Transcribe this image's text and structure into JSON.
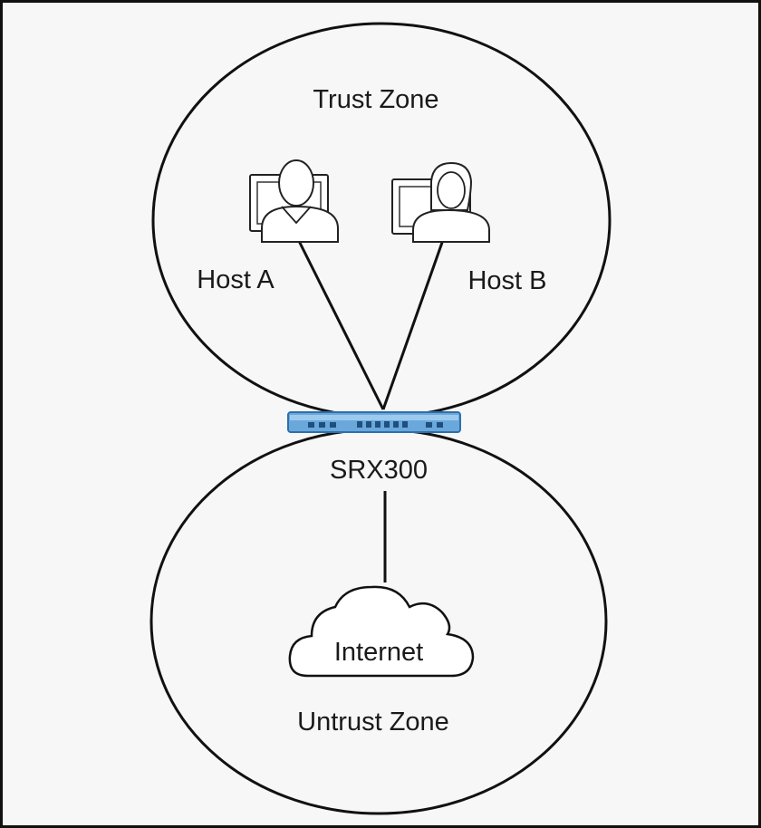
{
  "diagram": {
    "trust_zone": {
      "label": "Trust Zone"
    },
    "untrust_zone": {
      "label": "Untrust Zone"
    },
    "hosts": [
      {
        "label": "Host A",
        "icon": "male-user-with-computer"
      },
      {
        "label": "Host B",
        "icon": "female-user-with-computer"
      }
    ],
    "device": {
      "label": "SRX300",
      "icon": "firewall-device",
      "color": "#4a90c9"
    },
    "internet": {
      "label": "Internet",
      "icon": "cloud"
    }
  }
}
